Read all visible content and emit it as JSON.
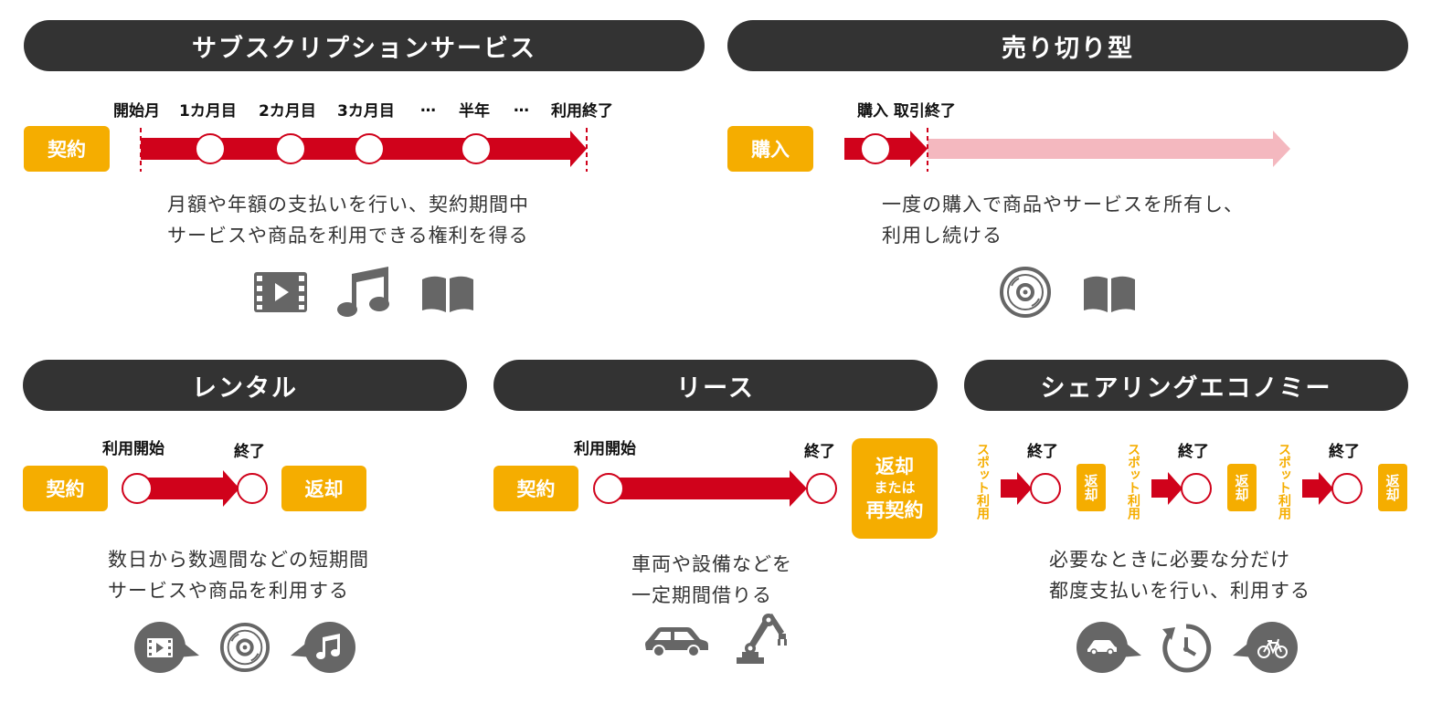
{
  "colors": {
    "red": "#d0021b",
    "pink": "#f4b8bf",
    "yellow": "#f5ad00",
    "dark": "#333333",
    "icon": "#666666"
  },
  "subscription": {
    "title": "サブスクリプションサービス",
    "tag": "契約",
    "labels": [
      "開始月",
      "1カ月目",
      "2カ月目",
      "3カ月目",
      "…",
      "半年",
      "…",
      "利用終了"
    ],
    "desc": [
      "月額や年額の支払いを行い、契約期間中",
      "サービスや商品を利用できる権利を得る"
    ],
    "icons": [
      "film-icon",
      "music-note-icon",
      "book-icon"
    ]
  },
  "sellout": {
    "title": "売り切り型",
    "tag": "購入",
    "label": "購入 取引終了",
    "desc": [
      "一度の購入で商品やサービスを所有し、",
      "利用し続ける"
    ],
    "icons": [
      "disc-icon",
      "book-icon"
    ]
  },
  "rental": {
    "title": "レンタル",
    "tag_start": "契約",
    "tag_end": "返却",
    "label_start": "利用開始",
    "label_end": "終了",
    "desc": [
      "数日から数週間などの短期間",
      "サービスや商品を利用する"
    ],
    "icons": [
      "film-bubble-icon",
      "disc-icon",
      "music-bubble-icon"
    ]
  },
  "lease": {
    "title": "リース",
    "tag_start": "契約",
    "label_start": "利用開始",
    "label_end": "終了",
    "end_box": {
      "line1": "返却",
      "line2": "または",
      "line3": "再契約"
    },
    "desc": [
      "車両や設備などを",
      "一定期間借りる"
    ],
    "icons": [
      "car-icon",
      "robot-arm-icon"
    ]
  },
  "sharing": {
    "title": "シェアリングエコノミー",
    "spot_label": "スポット利用",
    "end_label": "終了",
    "return_label": "返却",
    "desc": [
      "必要なときに必要な分だけ",
      "都度支払いを行い、利用する"
    ],
    "icons": [
      "car-bubble-icon",
      "clock-icon",
      "bicycle-bubble-icon"
    ]
  }
}
